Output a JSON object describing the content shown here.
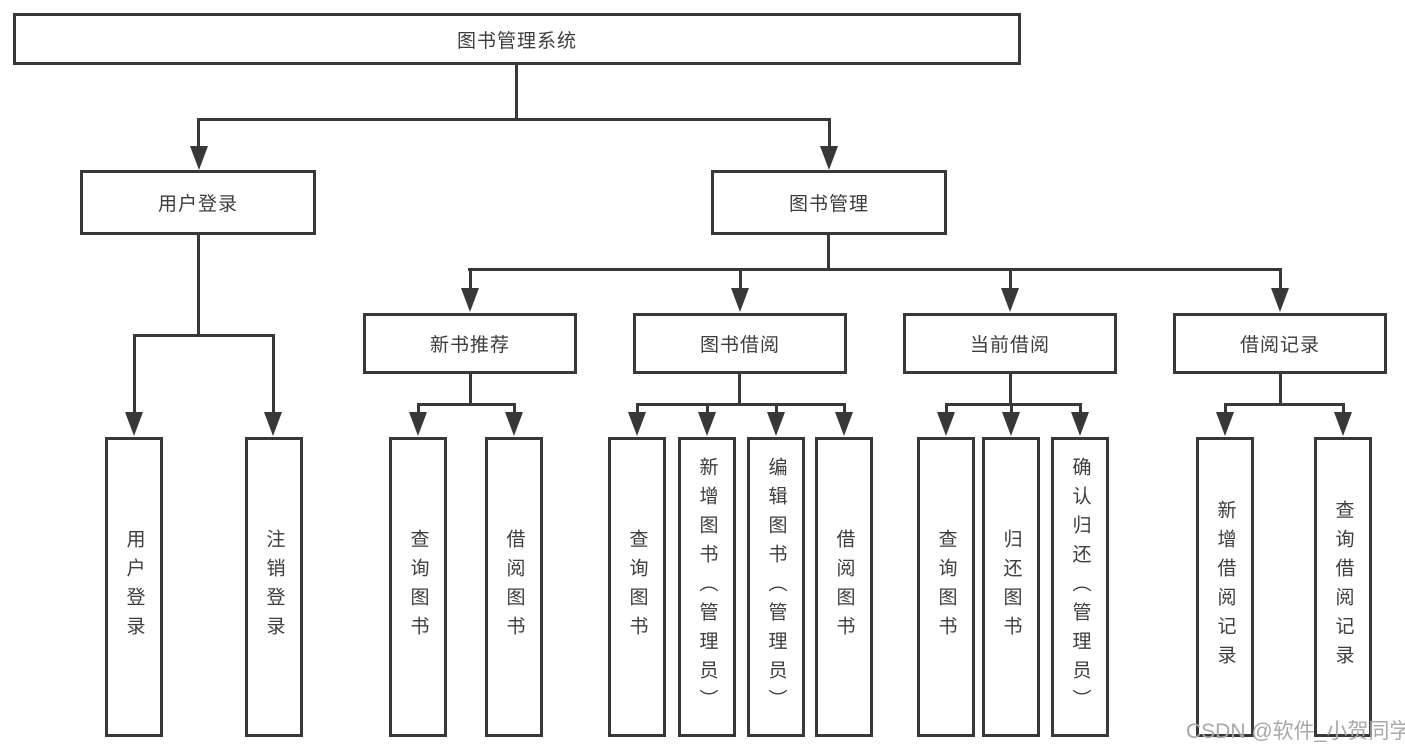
{
  "tree": {
    "root": {
      "label": "图书管理系统"
    },
    "children": [
      {
        "label": "用户登录",
        "children": [
          {
            "label": "用户登录"
          },
          {
            "label": "注销登录"
          }
        ]
      },
      {
        "label": "图书管理",
        "children": [
          {
            "label": "新书推荐",
            "children": [
              {
                "label": "查询图书"
              },
              {
                "label": "借阅图书"
              }
            ]
          },
          {
            "label": "图书借阅",
            "children": [
              {
                "label": "查询图书"
              },
              {
                "label": "新增图书（管理员）"
              },
              {
                "label": "编辑图书（管理员）"
              },
              {
                "label": "借阅图书"
              }
            ]
          },
          {
            "label": "当前借阅",
            "children": [
              {
                "label": "查询图书"
              },
              {
                "label": "归还图书"
              },
              {
                "label": "确认归还（管理员）"
              }
            ]
          },
          {
            "label": "借阅记录",
            "children": [
              {
                "label": "新增借阅记录"
              },
              {
                "label": "查询借阅记录"
              }
            ]
          }
        ]
      }
    ]
  },
  "watermark": {
    "label": "CSDN @软件_小贺同学"
  },
  "colors": {
    "line": "#383838",
    "text": "#3d3d3d",
    "box_background": "#ffffff",
    "watermark": "#a8a8a8"
  }
}
